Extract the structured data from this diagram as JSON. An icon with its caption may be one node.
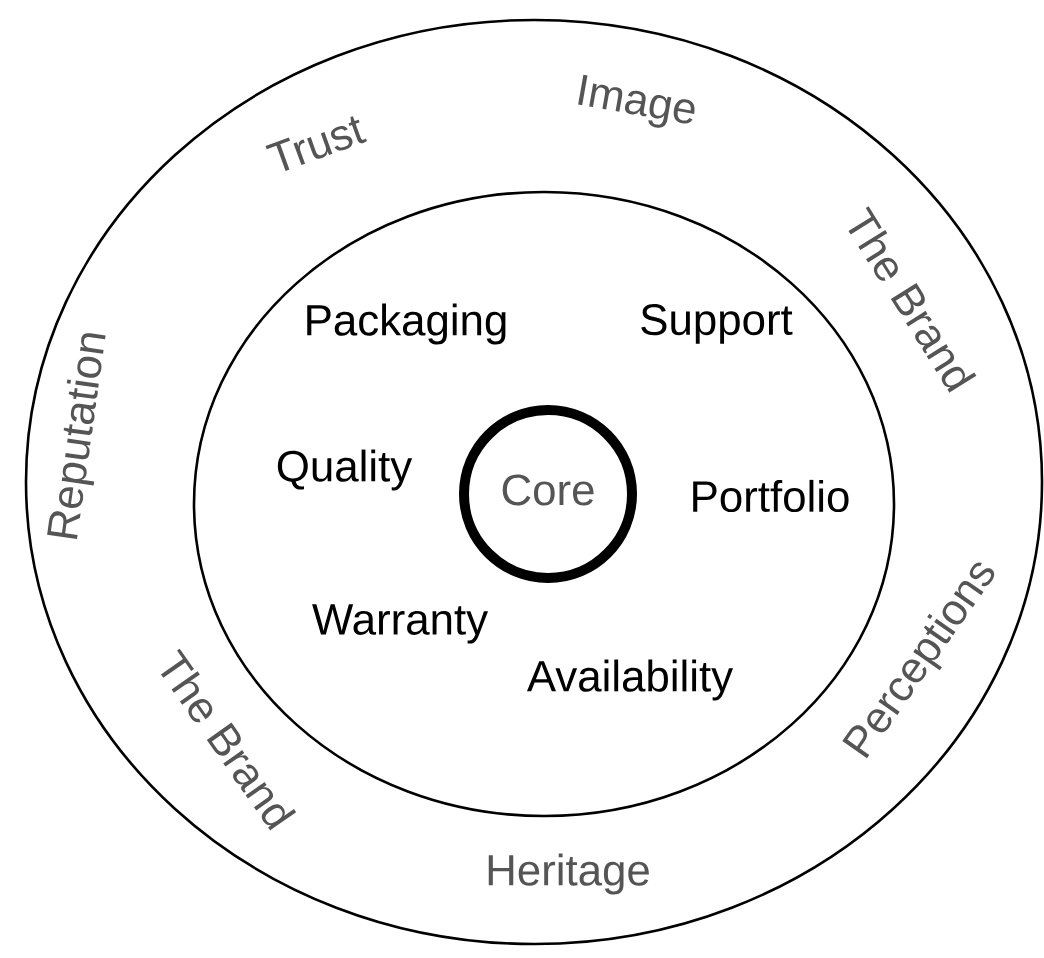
{
  "diagram": {
    "nodes": [
      {
        "text": [
          "Trust",
          "Image",
          "The Brand",
          "Reputation",
          "Perceptions",
          "The Brand",
          "Heritage"
        ]
      },
      {
        "text": [
          "Packaging",
          "Support",
          "Quality",
          "Portfolio",
          "Warranty",
          "Availability"
        ],
        "in": 0
      },
      {
        "text": [
          "Core"
        ],
        "in": 1
      }
    ]
  }
}
